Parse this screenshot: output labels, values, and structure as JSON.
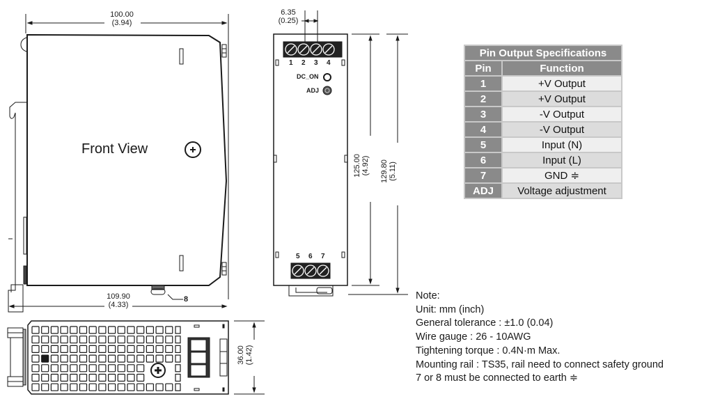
{
  "front_view": {
    "label": "Front View",
    "width_top": "100.00",
    "width_top_in": "(3.94)",
    "width_bottom": "109.90",
    "width_bottom_in": "(4.33)",
    "ground_callout": "8"
  },
  "side_view": {
    "pitch": "6.35",
    "pitch_in": "(0.25)",
    "top_pins": [
      "1",
      "2",
      "3",
      "4"
    ],
    "bottom_pins": [
      "5",
      "6",
      "7"
    ],
    "dc_on_label": "DC_ON",
    "adj_label": "ADJ",
    "height_body": "125.00",
    "height_body_in": "(4.92)",
    "height_total": "129.80",
    "height_total_in": "(5.11)"
  },
  "top_view": {
    "depth": "36.00",
    "depth_in": "(1.42)"
  },
  "pin_table": {
    "title": "Pin Output Specifications",
    "headers": [
      "Pin",
      "Function"
    ],
    "rows": [
      {
        "pin": "1",
        "function": "+V Output"
      },
      {
        "pin": "2",
        "function": "+V Output"
      },
      {
        "pin": "3",
        "function": "-V Output"
      },
      {
        "pin": "4",
        "function": "-V Output"
      },
      {
        "pin": "5",
        "function": "Input (N)"
      },
      {
        "pin": "6",
        "function": "Input (L)"
      },
      {
        "pin": "7",
        "function": "GND ≑"
      },
      {
        "pin": "ADJ",
        "function": "Voltage adjustment"
      }
    ]
  },
  "notes": [
    "Note:",
    "Unit: mm (inch)",
    "General tolerance : ±1.0 (0.04)",
    "Wire gauge : 26 - 10AWG",
    "Tightening torque : 0.4N·m Max.",
    "Mounting rail : TS35, rail need to connect safety ground",
    "7 or 8 must be connected to earth ≑"
  ]
}
